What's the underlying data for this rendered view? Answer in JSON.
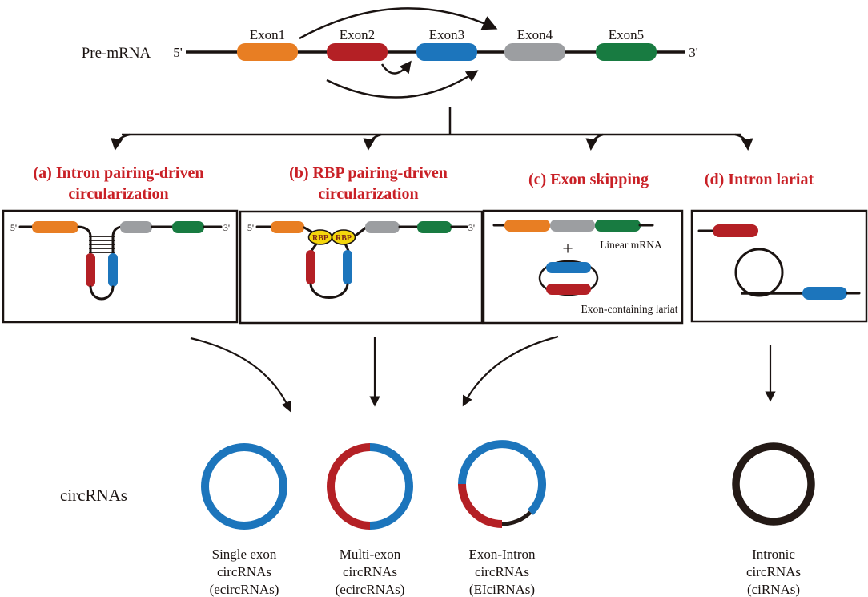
{
  "colors": {
    "ink": "#1a1311",
    "ring_black": "#241a16",
    "orange": "#e87e23",
    "red": "#b42025",
    "blue": "#1c75bc",
    "gray": "#9c9ea1",
    "green": "#187b41",
    "title_red": "#c92026",
    "rbp_yellow": "#f4d60d",
    "rbp_text": "#7b241c"
  },
  "pre_mrna": {
    "label": "Pre-mRNA",
    "five_prime": "5'",
    "three_prime": "3'",
    "exons": [
      {
        "label": "Exon1",
        "color": "#e87e23"
      },
      {
        "label": "Exon2",
        "color": "#b42025"
      },
      {
        "label": "Exon3",
        "color": "#1c75bc"
      },
      {
        "label": "Exon4",
        "color": "#9c9ea1"
      },
      {
        "label": "Exon5",
        "color": "#187b41"
      }
    ]
  },
  "mechanisms": {
    "a": {
      "title_line1": "(a) Intron pairing-driven",
      "title_line2": "circularization",
      "five_prime": "5'",
      "three_prime": "3'"
    },
    "b": {
      "title_line1": "(b) RBP pairing-driven",
      "title_line2": "circularization",
      "five_prime": "5'",
      "three_prime": "3'",
      "rbp_left": "RBP",
      "rbp_right": "RBP"
    },
    "c": {
      "title": "(c) Exon skipping",
      "plus_sign": "+",
      "linear_mrna_label": "Linear mRNA",
      "lariat_label": "Exon-containing lariat"
    },
    "d": {
      "title": "(d) Intron lariat"
    }
  },
  "products": {
    "section_label": "circRNAs",
    "items": [
      {
        "line1": "Single exon",
        "line2": "circRNAs",
        "line3": "(ecircRNAs)"
      },
      {
        "line1": "Multi-exon",
        "line2": "circRNAs",
        "line3": "(ecircRNAs)"
      },
      {
        "line1": "Exon-Intron",
        "line2": "circRNAs",
        "line3": "(EIciRNAs)"
      },
      {
        "line1": "Intronic",
        "line2": "circRNAs",
        "line3": "(ciRNAs)"
      }
    ]
  }
}
